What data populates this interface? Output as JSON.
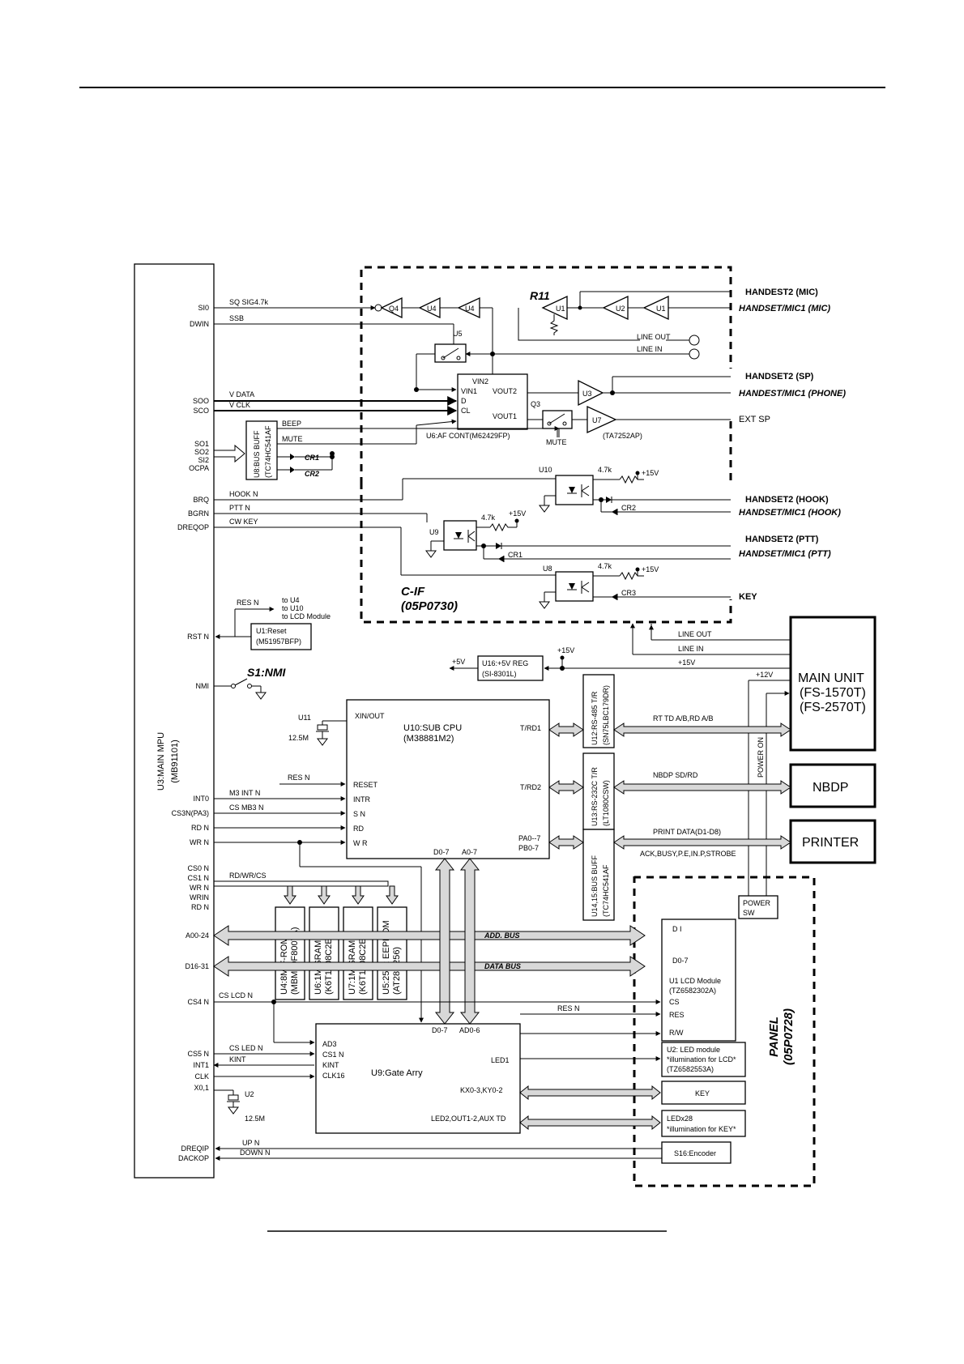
{
  "mpu": {
    "title": "U3:MAIN MPU",
    "part": "(MB91101)",
    "pins": [
      "SI0",
      "DWIN",
      "SOO",
      "SCO",
      "SO1",
      "SO2",
      "SI2",
      "OCPA",
      "BRQ",
      "BGRN",
      "DREQOP",
      "RST N",
      "NMI",
      "INT0",
      "CS3N(PA3)",
      "RD N",
      "WR N",
      "CS0 N",
      "CS1 N",
      "WR N",
      "WRIN",
      "RD N",
      "A00-24",
      "D16-31",
      "CS4 N",
      "CS5 N",
      "INT1",
      "CLK",
      "X0,1",
      "DREQIP",
      "DACKOP"
    ]
  },
  "cif": {
    "name": "C-IF",
    "part": "(05P0730)"
  },
  "panel": {
    "name": "PANEL",
    "part": "(05P0728)"
  },
  "signals": {
    "sqsig": "SQ SIG4.7k",
    "ssb": "SSB",
    "vdata": "V DATA",
    "vclk": "V CLK",
    "beep": "BEEP",
    "mute": "MUTE",
    "hookn": "HOOK N",
    "pttn": "PTT N",
    "cwkey": "CW KEY",
    "resn_rst": "RES N",
    "to1": "to U4",
    "to2": "to U10",
    "to3": "to LCD Module",
    "resn_cpu": "RES N",
    "m3int": "M3 INT N",
    "csmb3": "CS MB3 N",
    "rdwrcs": "RD/WR/CS",
    "addbus": "ADD. BUS",
    "databus": "DATA BUS",
    "cslcd": "CS LCD N",
    "resn_lcd": "RES N",
    "csled": "CS LED N",
    "kint": "KINT",
    "upn": "UP N",
    "downn": "DOWN N",
    "lineout": "LINE OUT",
    "linein": "LINE IN",
    "p15v": "+15V",
    "p12v": "+12V",
    "p5v": "+5V",
    "p15v_reg": "+15V",
    "rttd": "RT TD A/B,RD A/B",
    "nbdpsd": "NBDP SD/RD",
    "printdata": "PRINT DATA(D1-D8)",
    "ack": "ACK,BUSY,P.E,IN.P,STROBE",
    "poweron": "POWER ON",
    "d07": "D0-7",
    "a07": "A0-7",
    "mute2": "MUTE"
  },
  "cif_parts": {
    "r11": "R11",
    "q4": "Q4",
    "u4": "U4",
    "u4b": "U4",
    "u1a": "U1",
    "u2": "U2",
    "u1b": "U1",
    "u5": "U5",
    "lineout": "LINE OUT",
    "linein": "LINE IN",
    "vin2": "VIN2",
    "vin1": "VIN1",
    "d": "D",
    "cl": "CL",
    "vout2": "VOUT2",
    "vout1": "VOUT1",
    "u6": "U6:AF CONT(M62429FP)",
    "q3": "Q3",
    "u3": "U3",
    "u7": "U7",
    "u7part": "(TA7252AP)",
    "u8buf": "U8:BUS BUFF",
    "u8part": "(TC74HC541AF",
    "cr1": "CR1",
    "cr2": "CR2",
    "u10": "U10",
    "r47a": "4.7k",
    "p15a": "+15V",
    "cr2b": "CR2",
    "u9": "U9",
    "r47b": "4.7k",
    "p15b": "+15V",
    "cr1b": "CR1",
    "u8": "U8",
    "r47c": "4.7k",
    "p15c": "+15V",
    "cr3": "CR3"
  },
  "outputs": {
    "hs2mic": "HANDEST2 (MIC)",
    "hsmic1mic": "HANDSET/MIC1 (MIC)",
    "hs2sp": "HANDSET2 (SP)",
    "hsmic1phone": "HANDEST/MIC1 (PHONE)",
    "extsp": "EXT SP",
    "hs2hook": "HANDSET2 (HOOK)",
    "hsmic1hook": "HANDSET/MIC1 (HOOK)",
    "hs2ptt": "HANDSET2 (PTT)",
    "hsmic1ptt": "HANDSET/MIC1 (PTT)",
    "key": "KEY"
  },
  "blocks": {
    "u1reset": "U1:Reset",
    "u1part": "(M51957BFP)",
    "s1": "S1:NMI",
    "u16": "U16:+5V REG",
    "u16part": "(SI-8301L)",
    "u11": "U11",
    "xtal1": "12.5M",
    "u10name": "U10:SUB CPU",
    "u10part": "(M38881M2)",
    "xin": "XIN/OUT",
    "trd1": "T/RD1",
    "trd2": "T/RD2",
    "pa07": "PA0--7",
    "pb07": "PB0-7",
    "reset": "RESET",
    "intr": "INTR",
    "sn": "S N",
    "rd": "RD",
    "wr": "W R",
    "u12": "U12:RS-485 T/R",
    "u12part": "(SN75LBC179DR)",
    "u13": "U13:RS-232C T/R",
    "u13part": "(LT1080CSW)",
    "u14": "U14,15:BUS BUFF",
    "u14part": "(TC74HC541AF",
    "mainunit": "MAIN UNIT",
    "fs1": "(FS-1570T)",
    "fs2": "(FS-2570T)",
    "nbdp": "NBDP",
    "printer": "PRINTER",
    "powersw1": "POWER",
    "powersw2": "SW",
    "mem": [
      [
        "U4:8M F-ROM",
        "(MBM29F800TA)"
      ],
      [
        "U6:1M SRAM",
        "(K6T1008C2E)"
      ],
      [
        "U7:1M SRAM",
        "(K6T1008C2E)"
      ],
      [
        "U5:256k EEPROM",
        "(AT28C256)"
      ]
    ],
    "lcd": {
      "di": "D I",
      "d07": "D0-7",
      "name": "U1 LCD Module",
      "part": "(TZ6582302A)",
      "cs": "CS",
      "res": "RES",
      "rw": "R/W"
    },
    "gate": {
      "name": "U9:Gate Arry",
      "ad3": "AD3",
      "cs1n": "CS1 N",
      "kint": "KINT",
      "clk16": "CLK16",
      "d07": "D0-7",
      "ad06": "AD0-6",
      "led1": "LED1",
      "kx": "KX0-3,KY0-2",
      "led2": "LED2,OUT1-2,AUX TD"
    },
    "u2": "U2",
    "xtal2": "12.5M",
    "ledmod": [
      "U2: LED module",
      "*illumination for LCD*",
      "(TZ6582553A)"
    ],
    "keyblk": "KEY",
    "ledx": [
      "LEDx28",
      "*illumination for KEY*"
    ],
    "s16": "S16:Encoder"
  }
}
